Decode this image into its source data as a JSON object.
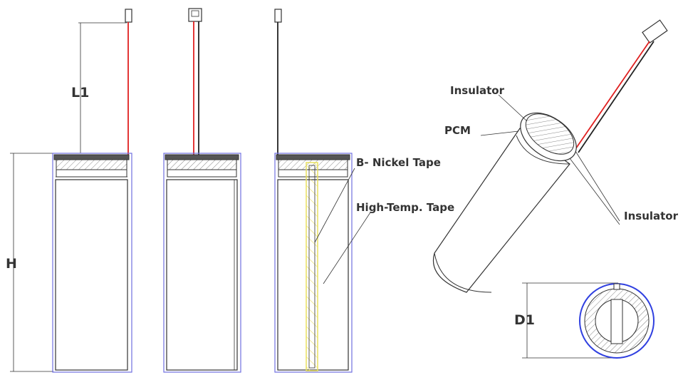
{
  "labels": {
    "L1": "L1",
    "H": "H",
    "D1": "D1",
    "nickel_tape": "B- Nickel Tape",
    "high_temp_tape": "High-Temp. Tape",
    "insulator_top": "Insulator",
    "pcm": "PCM",
    "insulator_right": "Insulator"
  },
  "colors": {
    "outline": "#333333",
    "wire_red": "#e02020",
    "wire_black": "#222222",
    "bounding_box": "#7070e0",
    "nickel_tape": "#e8e060",
    "base_ring": "#3040e0"
  }
}
